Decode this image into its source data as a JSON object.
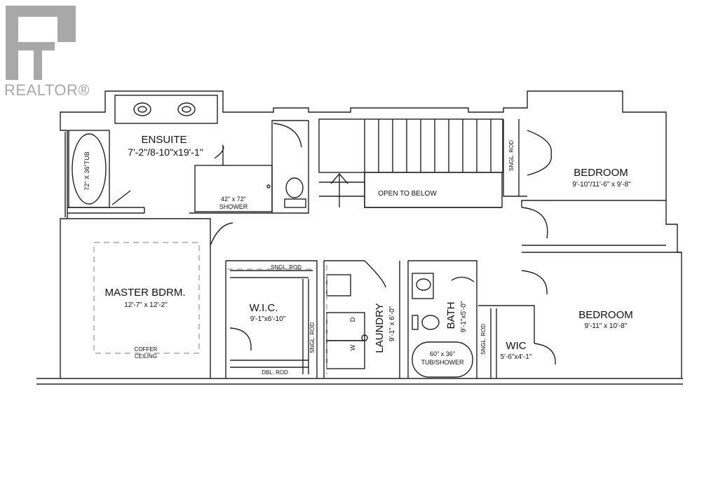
{
  "brand": {
    "wordmark": "REALTOR®",
    "color": "#a8a8a8"
  },
  "rooms": {
    "ensuite": {
      "name": "ENSUITE",
      "size": "7'-2\"/8-10\"x19'-1\""
    },
    "tub": "72\" X 36\"TUB",
    "shower": {
      "size": "42\" x 72\"",
      "label": "SHOWER"
    },
    "open_to_below": "OPEN TO BELOW",
    "bedroom_top": {
      "name": "BEDROOM",
      "size": "9'-10\"/11'-6\" x 9'-8\""
    },
    "bedroom_bottom": {
      "name": "BEDROOM",
      "size": "9'-11\" x 10'-8\""
    },
    "master": {
      "name": "MASTER BDRM.",
      "size": "12'-7\" x 12'-2\"",
      "note1": "COFFER",
      "note2": "CEILING"
    },
    "wic_master": {
      "name": "W.I.C.",
      "size": "9'-1\"x6'-10\""
    },
    "laundry": {
      "name": "LAUNDRY",
      "size": "9'-1\" x 6'-0\""
    },
    "bath": {
      "name": "BATH",
      "size": "9'-1\"x5'-0\""
    },
    "tubshower": {
      "size": "60\" x 36\"",
      "label": "TUB/SHOWER"
    },
    "wic_small": {
      "name": "WIC",
      "size": "5'-6\"x4'-1\""
    }
  },
  "labels": {
    "sngl_rod": "SNGL. ROD",
    "dbl_rod": "DBL. ROD",
    "appliance_d": "D",
    "appliance_w": "W"
  }
}
